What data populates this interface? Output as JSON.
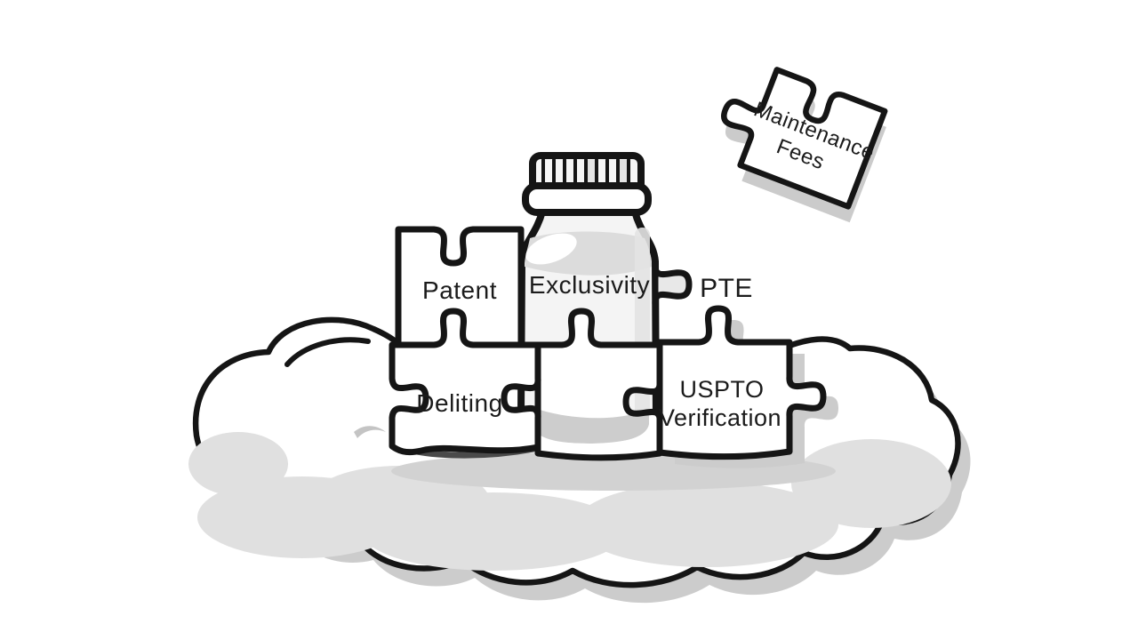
{
  "diagram": {
    "description": "Line-art illustration of a medicine bottle on a cloud assembled from jigsaw puzzle pieces, with one detached piece floating at the top right",
    "colors": {
      "paper": "#ffffff",
      "outline": "#151515",
      "text": "#1b1b1b",
      "piece_fill": "#ffffff",
      "cloud_shadow": "#cccccc",
      "inner_shade": "#e0e0e0",
      "row_shadow": "#d2d2d2",
      "bottle_body": "#f4f4f4",
      "bottle_shoulder_shade": "#dcdcdc",
      "bottle_side_shade": "#e3e3e3",
      "bottle_base_shade": "#cdcdcd",
      "tab_fill": "#e8e8e8",
      "dark_swoosh": "#4a4a4a"
    },
    "pieces": {
      "patent": {
        "label": "Patent"
      },
      "exclusivity": {
        "label": "Exclusivity"
      },
      "pte": {
        "label": "PTE"
      },
      "delisting": {
        "label": "Deliting"
      },
      "uspto": {
        "label_line1": "USPTO",
        "label_line2": "Verification"
      },
      "maintenance": {
        "label_line1": "Maintenance",
        "label_line2": "Fees"
      }
    }
  }
}
